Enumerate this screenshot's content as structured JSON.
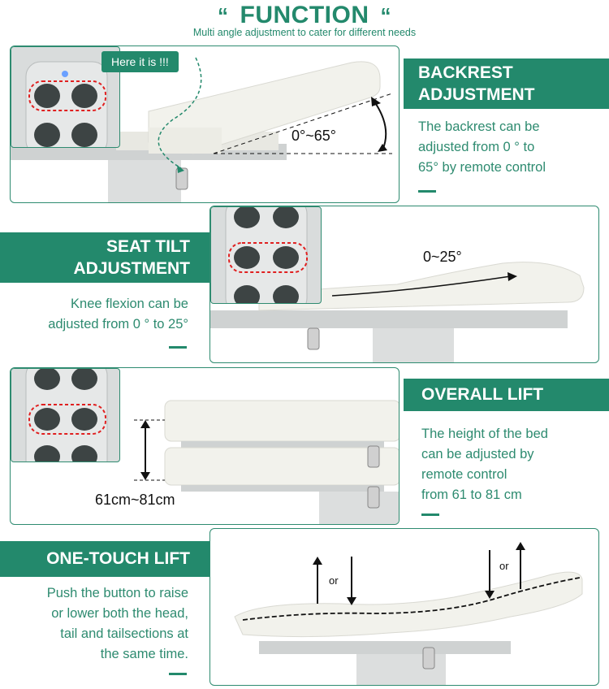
{
  "header": {
    "title": "FUNCTION",
    "quote_left": "“",
    "quote_right": "“",
    "subtitle": "Multi angle adjustment to cater for different needs"
  },
  "sections": {
    "backrest": {
      "title_line1": "BACKREST",
      "title_line2": "ADJUSTMENT",
      "description": [
        "The backrest can be",
        "adjusted from 0 ° to",
        "65°  by remote control"
      ],
      "callout": "Here it is !!!",
      "angle_label": "0°~65°"
    },
    "seat_tilt": {
      "title_line1": "SEAT TILT",
      "title_line2": "ADJUSTMENT",
      "description": [
        "Knee flexion can be",
        "adjusted from 0 ° to 25°"
      ],
      "angle_label": "0~25°"
    },
    "overall_lift": {
      "title": "OVERALL LIFT",
      "description": [
        "The height of the bed",
        "can be adjusted by",
        "remote control",
        "from 61 to 81 cm"
      ],
      "height_label": "61cm~81cm"
    },
    "one_touch_lift": {
      "title": "ONE-TOUCH LIFT",
      "description": [
        "Push the button to raise",
        "or lower both the head,",
        "tail and tailsections at",
        "the same time."
      ],
      "or_left": "or",
      "or_right": "or"
    }
  },
  "colors": {
    "brand_green": "#23896c",
    "highlight_red": "#e02020",
    "mattress": "#f2f2ec",
    "frame": "#c9cccc"
  }
}
